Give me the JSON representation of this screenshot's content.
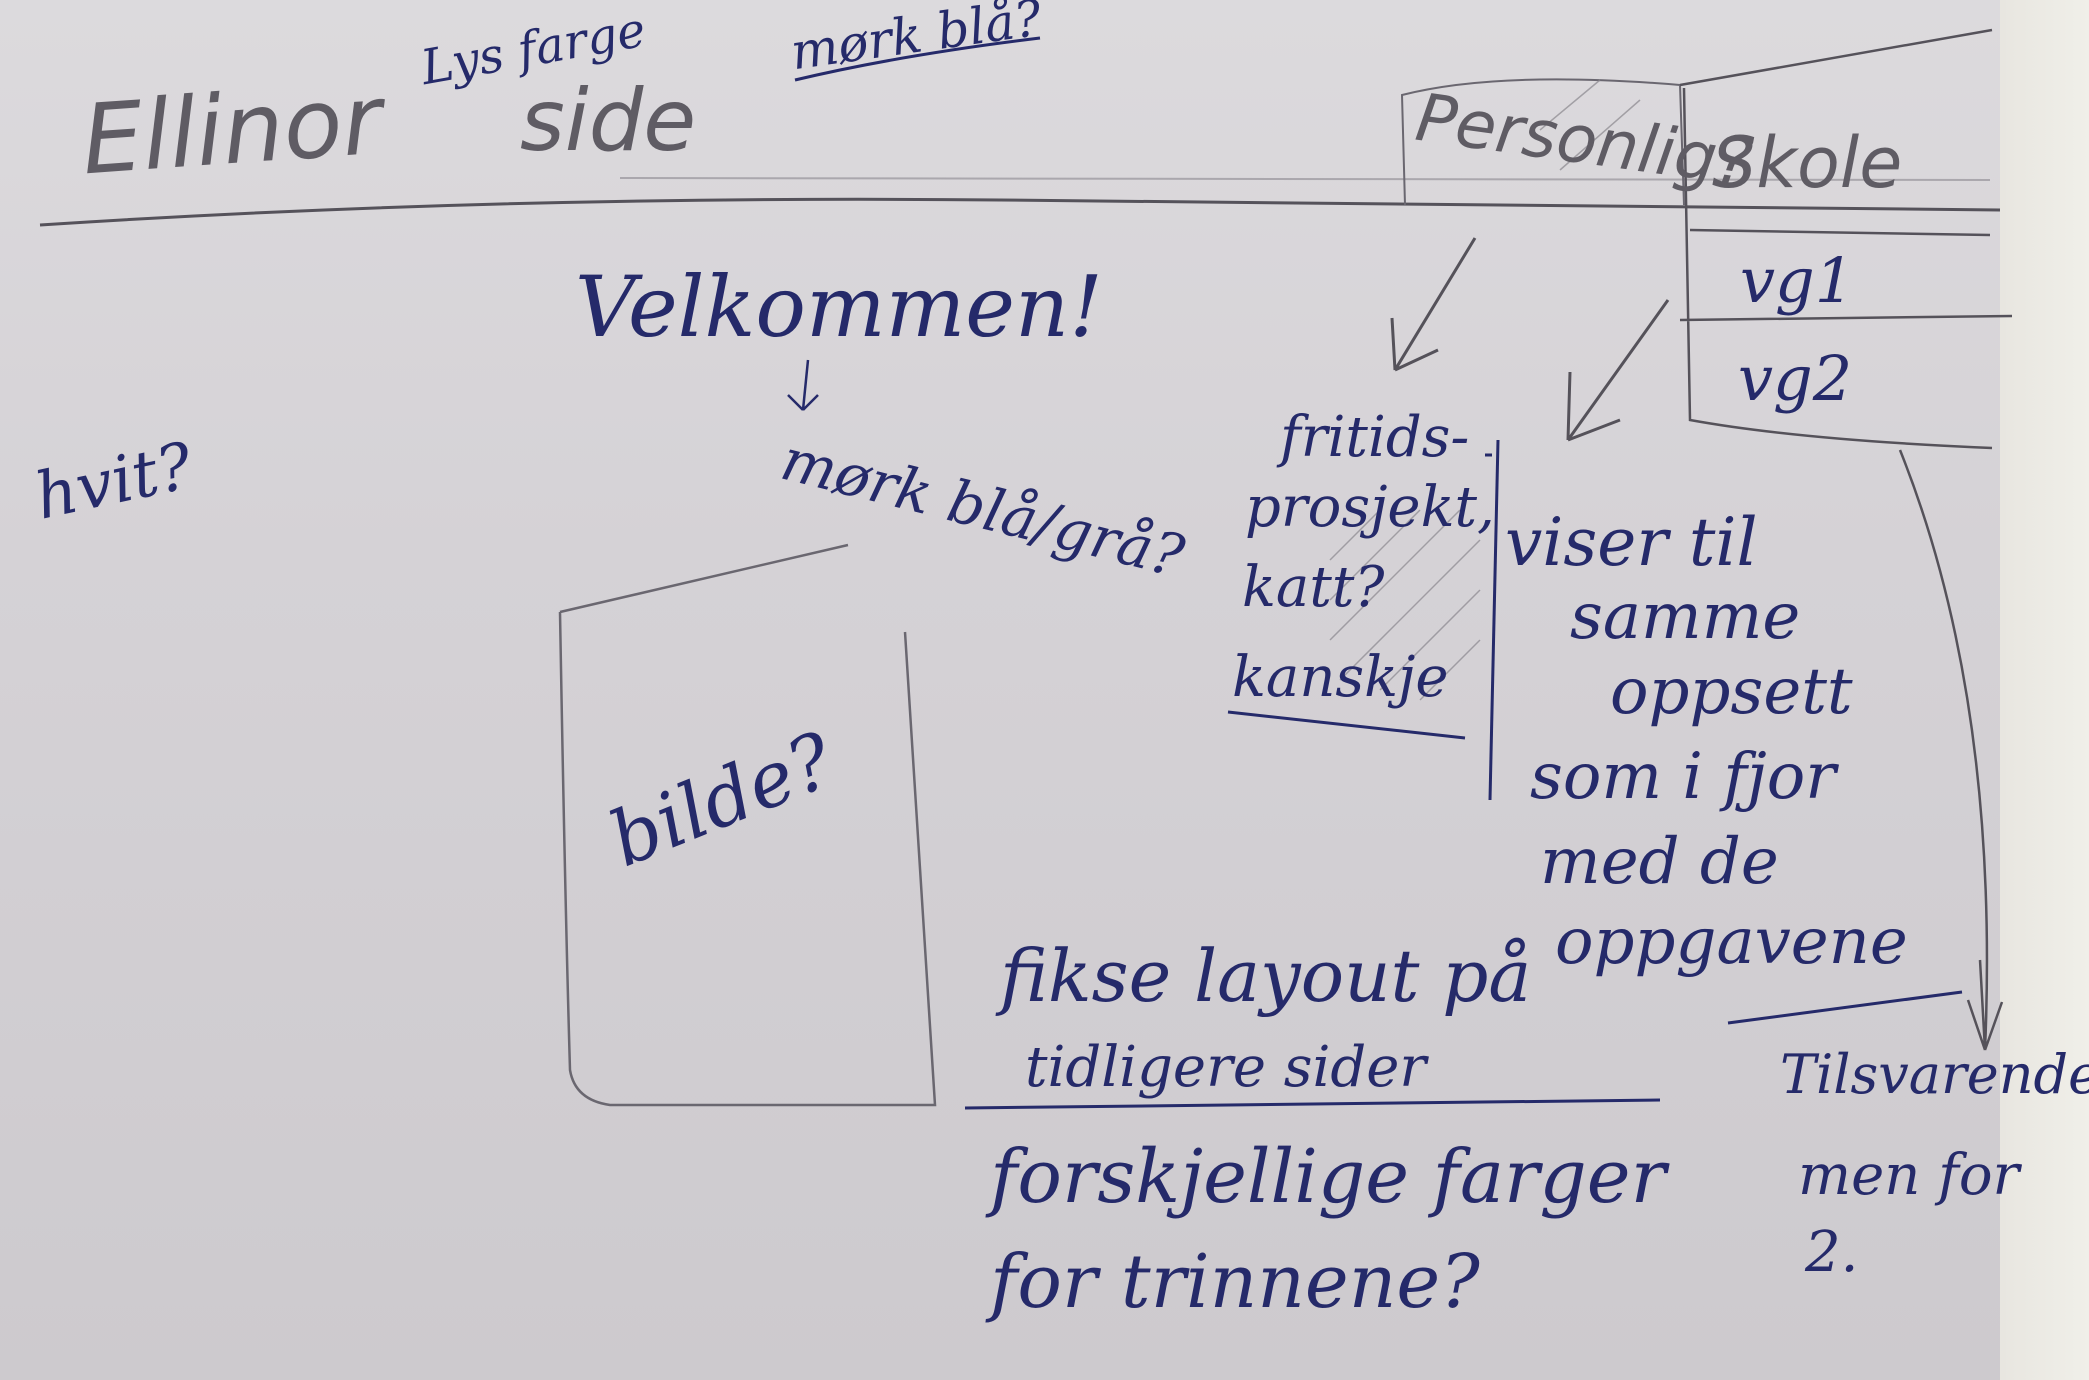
{
  "header": {
    "name": "Ellinor",
    "side": "side",
    "lys_farge": "Lys farge",
    "mork_bla": "mørk blå?",
    "tab_personlig": "Personlig?",
    "tab_skole": "Skole",
    "menu_items": [
      "vg1",
      "vg2"
    ]
  },
  "left_note": "hvit?",
  "welcome": {
    "title": "Velkommen!",
    "arrow": "↓",
    "color_note": "mørk blå/grå?"
  },
  "image_placeholder": "bilde?",
  "personlig_notes": [
    "fritids-",
    "prosjekt,",
    "katt?",
    "kanskje"
  ],
  "skole_notes": [
    "viser til",
    "samme",
    "oppsett",
    "som i fjor",
    "med de",
    "oppgavene"
  ],
  "tilsvarende": [
    "Tilsvarende",
    "men for",
    "2."
  ],
  "bottom_notes": {
    "fikse_line1": "fikse layout på",
    "fikse_line2": "tidligere sider",
    "farger_line1": "forskjellige farger",
    "farger_line2": "for trinnene?"
  }
}
